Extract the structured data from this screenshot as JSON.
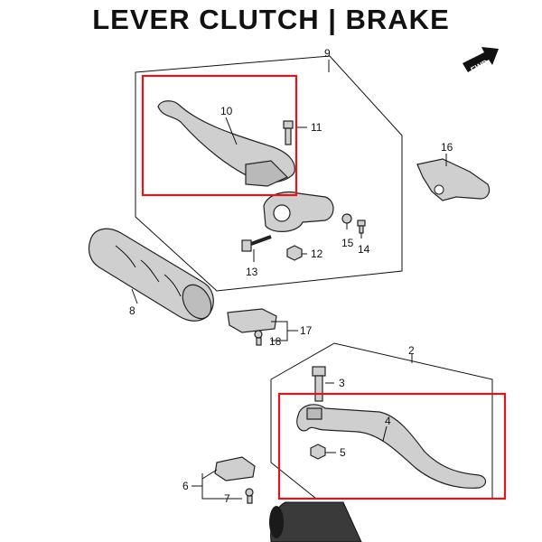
{
  "title": "LEVER CLUTCH | BRAKE",
  "fwd": "FWD",
  "callouts": {
    "p2": "2",
    "p3": "3",
    "p4": "4",
    "p5": "5",
    "p6": "6",
    "p7": "7",
    "p8": "8",
    "p9": "9",
    "p10": "10",
    "p11": "11",
    "p12": "12",
    "p13": "13",
    "p14": "14",
    "p15": "15",
    "p16": "16",
    "p17": "17",
    "p18": "18"
  },
  "colors": {
    "highlight": "#e0161b",
    "outline": "#111111",
    "part": "#cfcfcf"
  }
}
